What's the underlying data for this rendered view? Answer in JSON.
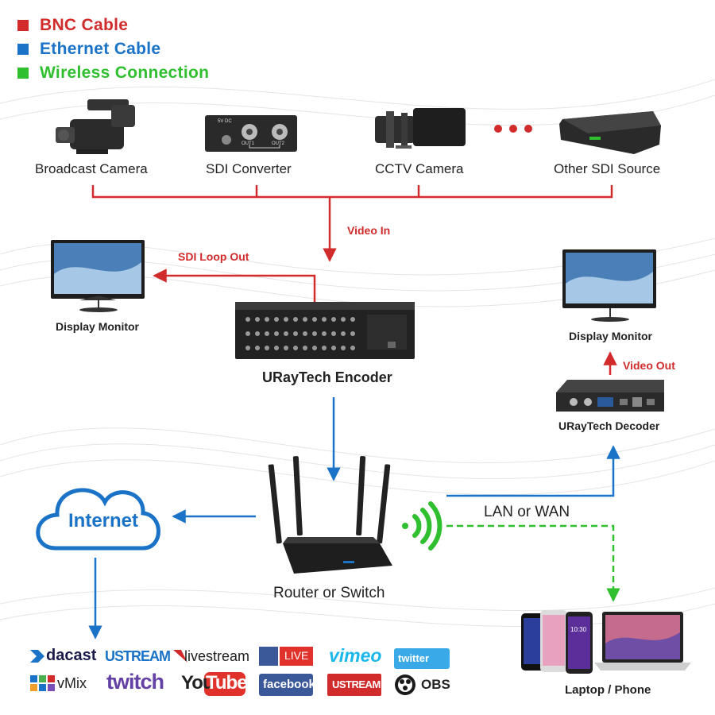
{
  "legend": [
    {
      "label": "BNC Cable",
      "color": "#d12b2b"
    },
    {
      "label": "Ethernet Cable",
      "color": "#1a73c6"
    },
    {
      "label": "Wireless Connection",
      "color": "#2fbf2f"
    }
  ],
  "sources": {
    "broadcast_camera": "Broadcast Camera",
    "sdi_converter": "SDI Converter",
    "cctv_camera": "CCTV Camera",
    "other_sdi_source": "Other SDI Source"
  },
  "sdi_converter_ports": {
    "power": "5V DC",
    "out1": "OUT1",
    "out2": "OUT2"
  },
  "edges": {
    "video_in": "Video  In",
    "sdi_loop_out": "SDI Loop Out",
    "video_out": "Video Out",
    "lan_or_wan": "LAN or WAN"
  },
  "devices": {
    "display_monitor_left": "Display Monitor",
    "display_monitor_right": "Display Monitor",
    "encoder": "URayTech Encoder",
    "decoder": "URayTech  Decoder",
    "router": "Router or Switch",
    "internet": "Internet",
    "laptop_phone": "Laptop / Phone",
    "phone_time": "10:30"
  },
  "platforms": {
    "dacast": "dacast",
    "ustream": "USTREAM",
    "livestream": "livestream",
    "facebook_live": "LIVE",
    "vimeo": "vimeo",
    "twitter": "twitter",
    "vmix": "vMix",
    "twitch": "twitch",
    "youtube_you": "You",
    "youtube_tube": "Tube",
    "facebook": "facebook",
    "ustream_tv": "USTREAM",
    "obs": "OBS"
  },
  "colors": {
    "bnc": "#d12b2b",
    "ethernet": "#1a73c6",
    "wireless": "#2fbf2f"
  }
}
